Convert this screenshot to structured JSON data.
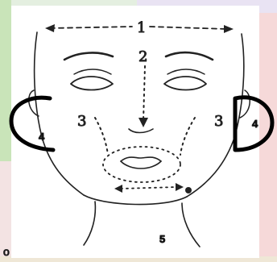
{
  "labels": {
    "zone_1": "1",
    "zone_2": "2",
    "zone_3_left": "3",
    "zone_3_right": "3",
    "zone_4_left": "4",
    "zone_4_right": "4",
    "zone_5": "5",
    "bullet": "o"
  },
  "colors": {
    "line": "#222222",
    "marker": "#000000",
    "sheet": "#ffffff"
  }
}
